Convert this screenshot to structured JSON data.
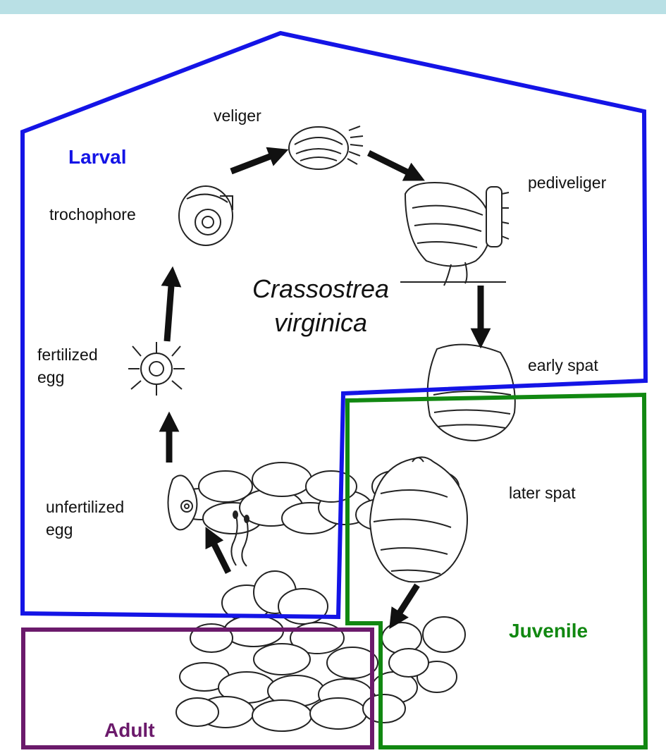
{
  "species": {
    "line1": "Crassostrea",
    "line2": "virginica"
  },
  "stages": {
    "larval": {
      "label": "Larval",
      "color": "#1414e6"
    },
    "juvenile": {
      "label": "Juvenile",
      "color": "#118811"
    },
    "adult": {
      "label": "Adult",
      "color": "#6b1a6b"
    }
  },
  "lifecycle_labels": {
    "veliger": "veliger",
    "pediveliger": "pediveliger",
    "trochophore": "trochophore",
    "fertilized_egg": "fertilized\negg",
    "early_spat": "early spat",
    "unfertilized_egg": "unfertilized\negg",
    "later_spat": "later spat"
  },
  "icons": [
    "veliger-larva-icon",
    "pediveliger-larva-icon",
    "trochophore-larva-icon",
    "fertilized-egg-icon",
    "unfertilized-egg-icon",
    "early-spat-icon",
    "later-spat-icon",
    "sperm-icon",
    "oyster-reef-icon"
  ]
}
